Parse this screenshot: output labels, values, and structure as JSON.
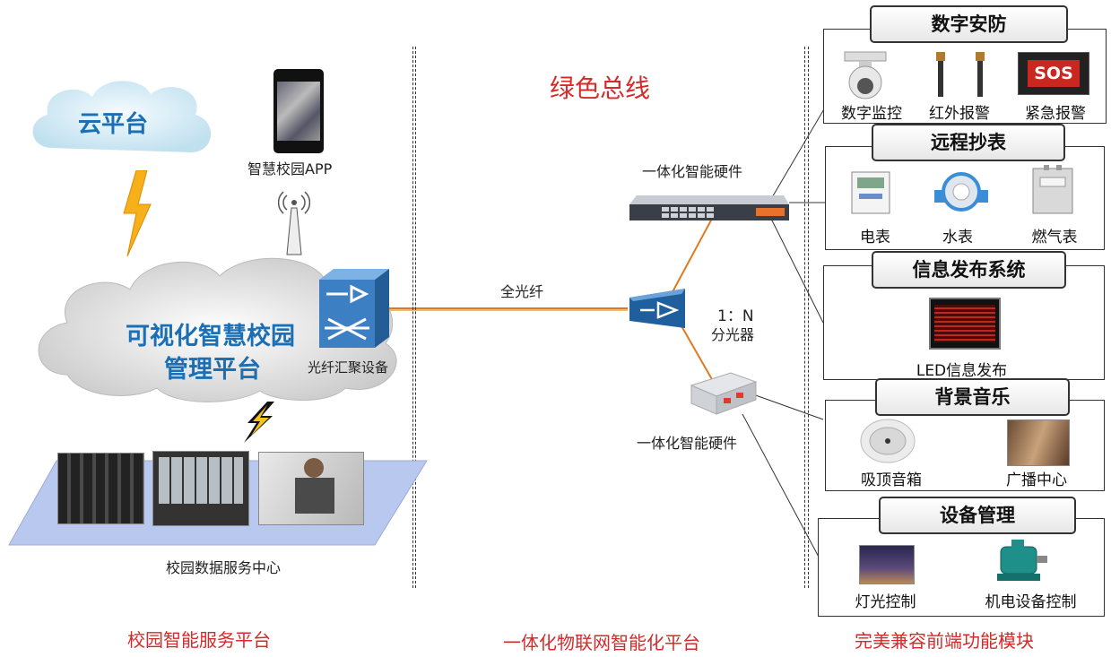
{
  "left": {
    "cloud_platform": "云平台",
    "app_label": "智慧校园APP",
    "platform_line1": "可视化智慧校园",
    "platform_line2": "管理平台",
    "aggregation_label": "光纤汇聚设备",
    "datacenter_label": "校园数据服务中心",
    "footer": "校园智能服务平台"
  },
  "middle": {
    "bus_title": "绿色总线",
    "fiber_label": "全光纤",
    "hardware_top": "一体化智能硬件",
    "splitter_ratio": "1：N",
    "splitter_label": "分光器",
    "hardware_bottom": "一体化智能硬件",
    "footer": "一体化物联网智能化平台"
  },
  "right": {
    "footer": "完美兼容前端功能模块",
    "modules": [
      {
        "title": "数字安防",
        "items": [
          "数字监控",
          "红外报警",
          "紧急报警"
        ],
        "badge": "SOS"
      },
      {
        "title": "远程抄表",
        "items": [
          "电表",
          "水表",
          "燃气表"
        ]
      },
      {
        "title": "信息发布系统",
        "items": [
          "LED信息发布"
        ]
      },
      {
        "title": "背景音乐",
        "items": [
          "吸顶音箱",
          "广播中心"
        ]
      },
      {
        "title": "设备管理",
        "items": [
          "灯光控制",
          "机电设备控制"
        ]
      }
    ]
  },
  "colors": {
    "accent_red": "#d42a2a",
    "platform_blue": "#1a6fb5",
    "fiber_orange": "#e07a1f"
  }
}
